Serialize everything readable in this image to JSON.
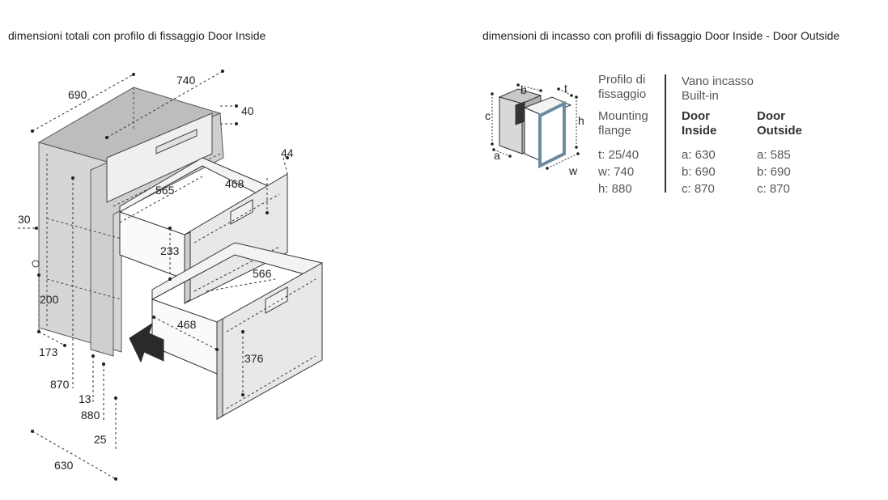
{
  "titles": {
    "left": "dimensioni totali con profilo di fissaggio Door Inside",
    "right": "dimensioni di incasso con profili di fissaggio Door Inside - Door Outside"
  },
  "dimensions": {
    "d690": "690",
    "d740": "740",
    "d40": "40",
    "d44": "44",
    "d565": "565",
    "d468_top": "468",
    "d233": "233",
    "d30": "30",
    "d566": "566",
    "d200": "200",
    "d468_bottom": "468",
    "d376": "376",
    "d173": "173",
    "d870": "870",
    "d13": "13",
    "d880": "880",
    "d25": "25",
    "d630": "630"
  },
  "small_diagram": {
    "a": "a",
    "b": "b",
    "c": "c",
    "t": "t",
    "h": "h",
    "w": "w"
  },
  "flange": {
    "heading_it": [
      "Profilo di",
      "fissaggio"
    ],
    "heading_en": [
      "Mounting",
      "flange"
    ],
    "rows": [
      "t:  25/40",
      "w:  740",
      "h:  880"
    ]
  },
  "builtin": {
    "heading_it": "Vano incasso",
    "heading_en": "Built-in",
    "door_inside": {
      "label": [
        "Door",
        "Inside"
      ],
      "rows": [
        "a:  630",
        "b:  690",
        "c:  870"
      ]
    },
    "door_outside": {
      "label": [
        "Door",
        "Outside"
      ],
      "rows": [
        "a:  585",
        "b:  690",
        "c:  870"
      ]
    }
  },
  "colors": {
    "line": "#222222",
    "body_fill": "#d8d8d8",
    "panel_fill": "#ececec",
    "frame_blue": "#6a8aa0",
    "arrow": "#2a2a2a"
  }
}
